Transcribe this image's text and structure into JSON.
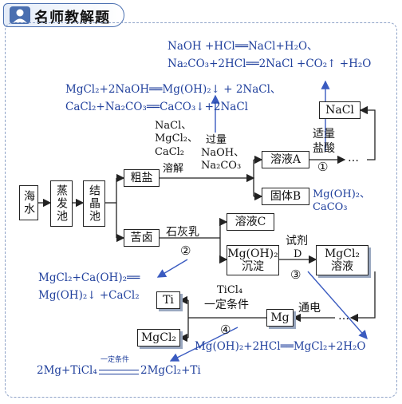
{
  "header": {
    "title": "名师教解题"
  },
  "nodes": {
    "sea": "海水",
    "evap": "蒸发池",
    "cryst": "结晶池",
    "crude_salt": "粗盐",
    "bittern": "苦卤",
    "soln_a": "溶液A",
    "solid_b": "固体B",
    "nacl": "NaCl",
    "soln_c": "溶液C",
    "mgoh2_ppt": "Mg(OH)₂沉淀",
    "mgcl2_soln": "MgCl₂溶液",
    "mg": "Mg",
    "ti": "Ti",
    "mgcl2": "MgCl₂"
  },
  "labels": {
    "reagents_crude": "NaCl、MgCl₂、CaCl₂",
    "dissolve": "溶解",
    "excess": "过量",
    "naoh_na2co3": "NaOH、Na₂CO₃",
    "hcl_excess": "适量",
    "hcl": "盐酸",
    "step1": "①",
    "solid_b_note": "Mg(OH)₂、CaCO₃",
    "lime_milk": "石灰乳",
    "step2": "②",
    "reagent": "试剂",
    "reagent_d": "D",
    "step3": "③",
    "electrolysis": "通电",
    "ticl4": "TiCl₄",
    "condition": "一定条件",
    "step4": "④",
    "ellipsis_1": "…",
    "ellipsis_2": "…"
  },
  "equations": {
    "eq_hcl_1": "NaOH +HCl══NaCl+H₂O、",
    "eq_hcl_2": "Na₂CO₃+2HCl══2NaCl +CO₂↑ +H₂O",
    "eq_naoh_1": "MgCl₂+2NaOH══Mg(OH)₂↓ + 2NaCl、",
    "eq_naoh_2": "CaCl₂+Na₂CO₃══CaCO₃↓+2NaCl",
    "eq_lime_1": "MgCl₂+Ca(OH)₂══",
    "eq_lime_2": "Mg(OH)₂↓ +CaCl₂",
    "eq_d": "Mg(OH)₂+2HCl══MgCl₂+2H₂O",
    "eq_ti_left": "2Mg+TiCl₄",
    "eq_ti_cond": "一定条件",
    "eq_ti_right": "2MgCl₂+Ti"
  },
  "colors": {
    "blue": "#1f3f9c",
    "border": "#4a6fb0",
    "frame": "#8fa3c8"
  }
}
